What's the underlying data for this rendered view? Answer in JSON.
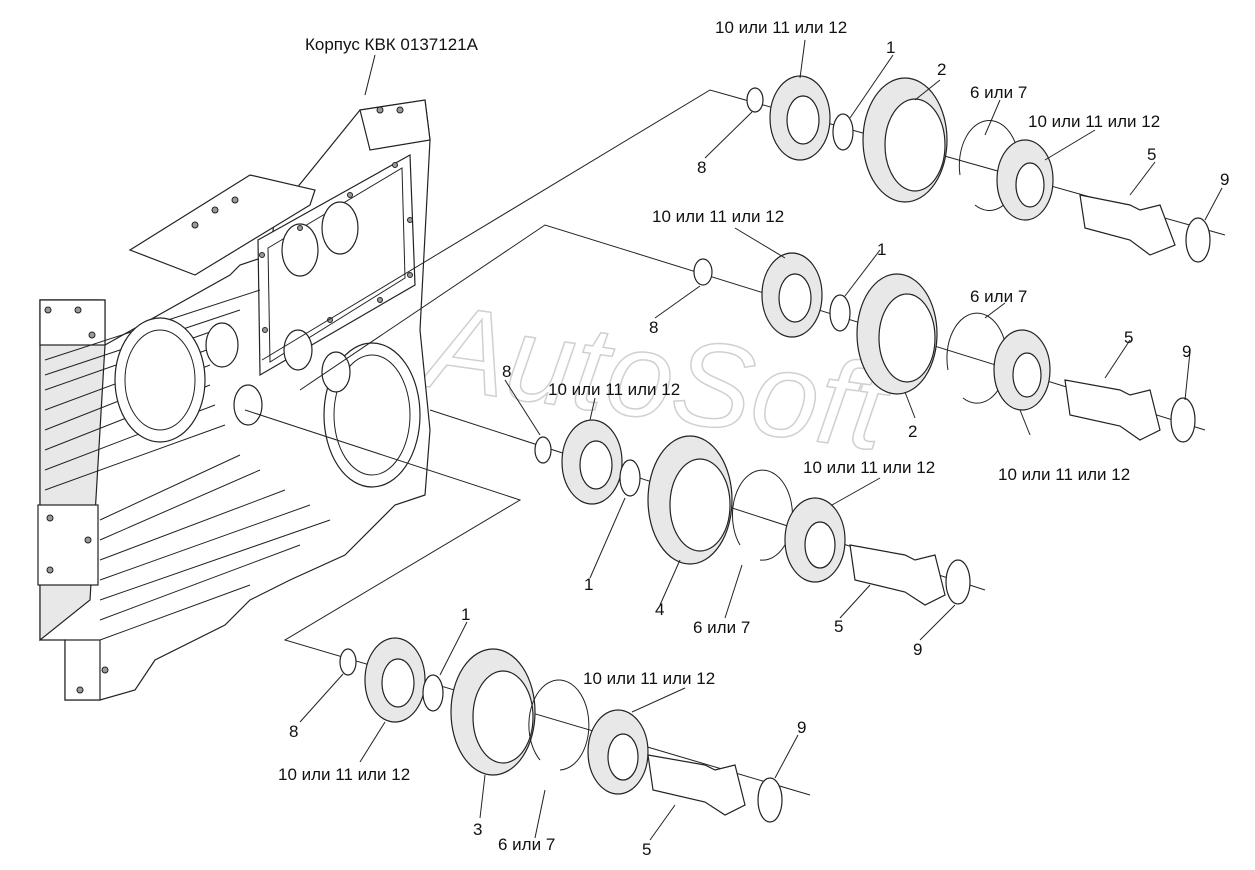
{
  "watermark": "AutoSoft",
  "housing_label": "Корпус КВК 0137121А",
  "labels": {
    "a_bearing_top": "10 или 11 или 12",
    "a_ring1": "1",
    "a_gear": "2",
    "a_snap": "6 или 7",
    "a_bearing_right": "10 или 11 или 12",
    "a_shaft": "5",
    "a_washer8": "8",
    "a_ring9": "9",
    "b_bearing_top": "10 или 11 или 12",
    "b_ring1": "1",
    "b_snap": "6 или 7",
    "b_washer8": "8",
    "b_shaft": "5",
    "b_ring9": "9",
    "b_gear": "2",
    "b_bearing_bottom": "10 или 11 или 12",
    "c_washer8": "8",
    "c_bearing_top": "10 или 11 или 12",
    "c_bearing_right": "10 или 11 или 12",
    "c_ring1": "1",
    "c_gear": "4",
    "c_snap": "6 или 7",
    "c_shaft": "5",
    "c_ring9": "9",
    "d_ring1": "1",
    "d_bearing_right": "10 или 11 или 12",
    "d_washer8": "8",
    "d_bearing_bottom": "10 или 11 или 12",
    "d_ring9": "9",
    "d_gear": "3",
    "d_snap": "6 или 7",
    "d_shaft": "5"
  }
}
